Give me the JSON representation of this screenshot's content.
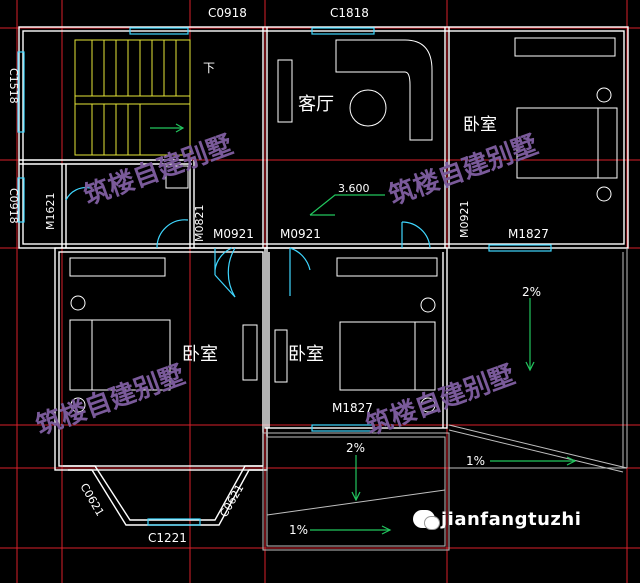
{
  "window_codes": {
    "top_left": "C0918",
    "top_center": "C1818",
    "left_upper": "C1518",
    "left_lower": "C0918",
    "bay_left": "C0621",
    "bay_center": "C1221",
    "bay_right": "C0621"
  },
  "door_codes": {
    "m1621": "M1621",
    "m0821": "M0821",
    "m0921_a": "M0921",
    "m0921_b": "M0921",
    "m0921_c": "M0921",
    "m1827_top": "M1827",
    "m1827_bottom": "M1827"
  },
  "rooms": {
    "living": "客厅",
    "bedroom_ne": "卧室",
    "bedroom_sw": "卧室",
    "bedroom_center": "卧室"
  },
  "stair_direction": "下",
  "elevation": "3.600",
  "slopes": {
    "right_balcony": "2%",
    "right_bottom": "1%",
    "center_balcony": "2%",
    "center_bottom": "1%"
  },
  "watermark": "筑楼自建别墅",
  "brand": "jianfangtuzhi",
  "colors": {
    "background": "#000000",
    "axis": "#d9202a",
    "wall": "#ffffff",
    "opening": "#3fd7ff",
    "stair": "#e6e637",
    "slope_arrow": "#22c55e",
    "watermark": "#7a5a9a"
  }
}
